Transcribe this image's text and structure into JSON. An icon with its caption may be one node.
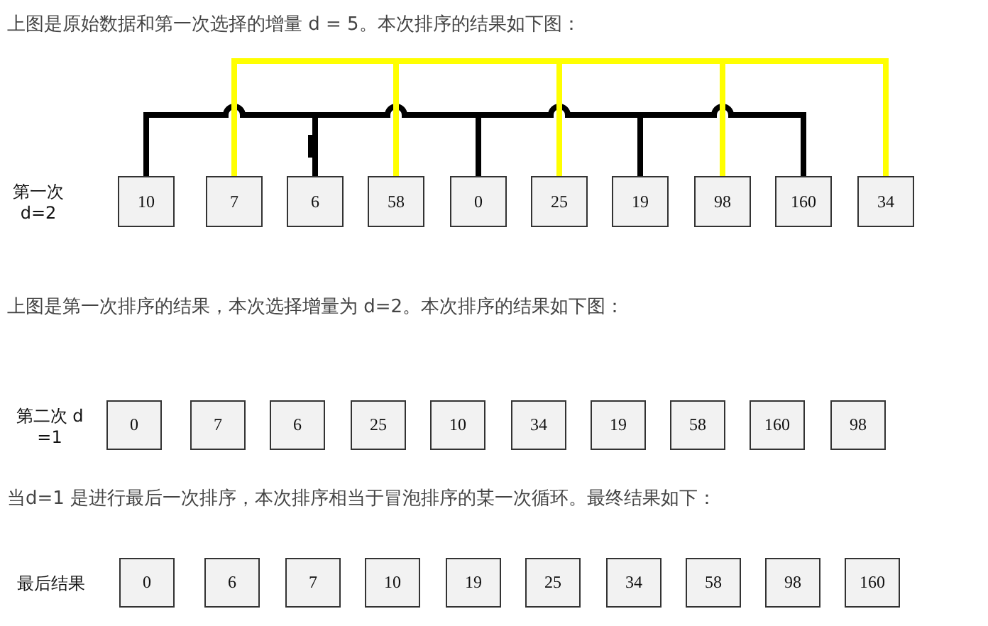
{
  "diagram": {
    "nodes": [
      {
        "text": [
          "10"
        ]
      },
      {
        "text": [
          "7"
        ]
      },
      {
        "text": [
          "6"
        ]
      },
      {
        "text": [
          "58"
        ]
      },
      {
        "text": [
          "0"
        ]
      },
      {
        "text": [
          "25"
        ]
      },
      {
        "text": [
          "19"
        ]
      },
      {
        "text": [
          "98"
        ]
      },
      {
        "text": [
          "160"
        ]
      },
      {
        "text": [
          "34"
        ]
      },
      {
        "text": [
          "0"
        ]
      },
      {
        "text": [
          "7"
        ]
      },
      {
        "text": [
          "6"
        ]
      },
      {
        "text": [
          "25"
        ]
      },
      {
        "text": [
          "10"
        ]
      },
      {
        "text": [
          "34"
        ]
      },
      {
        "text": [
          "19"
        ]
      },
      {
        "text": [
          "58"
        ]
      },
      {
        "text": [
          "160"
        ]
      },
      {
        "text": [
          "98"
        ]
      },
      {
        "text": [
          "0"
        ]
      },
      {
        "text": [
          "6"
        ]
      },
      {
        "text": [
          "7"
        ]
      },
      {
        "text": [
          "10"
        ]
      },
      {
        "text": [
          "19"
        ]
      },
      {
        "text": [
          "25"
        ]
      },
      {
        "text": [
          "34"
        ]
      },
      {
        "text": [
          "58"
        ]
      },
      {
        "text": [
          "98"
        ]
      },
      {
        "text": [
          "160"
        ]
      }
    ],
    "edges": [
      {
        "from": 1,
        "to": 3,
        "arrow": "none",
        "color": "#ffff00"
      },
      {
        "from": 3,
        "to": 5,
        "arrow": "none",
        "color": "#ffff00"
      },
      {
        "from": 5,
        "to": 7,
        "arrow": "none",
        "color": "#ffff00"
      },
      {
        "from": 7,
        "to": 9,
        "arrow": "none",
        "color": "#ffff00"
      },
      {
        "from": 0,
        "to": 2,
        "arrow": "none",
        "color": "#000000"
      },
      {
        "from": 2,
        "to": 4,
        "arrow": "none",
        "color": "#000000"
      },
      {
        "from": 4,
        "to": 6,
        "arrow": "none",
        "color": "#000000"
      },
      {
        "from": 6,
        "to": 8,
        "arrow": "none",
        "color": "#000000"
      }
    ],
    "labels": [
      "上图是原始数据和第一次选择的增量 d = 5。本次排序的结果如下图：",
      "第一次 d=2",
      "上图是第一次排序的结果，本次选择增量为 d=2。本次排序的结果如下图：",
      "第二次 d =1",
      "当d=1 是进行最后一次排序，本次排序相当于冒泡排序的某一次循环。最终结果如下：",
      "最后结果"
    ]
  }
}
